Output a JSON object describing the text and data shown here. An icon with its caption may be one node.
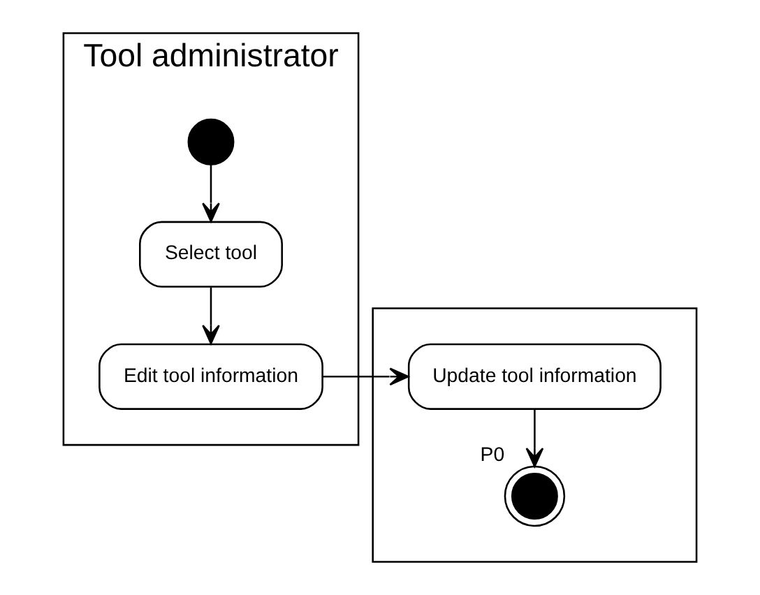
{
  "diagram": {
    "nodes": [
      {
        "text": [
          "Tool administrator"
        ]
      },
      {
        "text": [],
        "shape": "box"
      },
      {
        "text": [],
        "shape": "circle",
        "in": 0
      },
      {
        "text": [
          "Select tool"
        ],
        "in": 0
      },
      {
        "text": [
          "Edit tool information"
        ],
        "in": 0
      },
      {
        "text": [
          "Update tool information"
        ],
        "in": 1
      },
      {
        "text": [],
        "shape": "circle",
        "in": 1,
        "beside": [
          "P0"
        ]
      }
    ],
    "edges": [
      {
        "from": 2,
        "to": 3,
        "arrow": "to"
      },
      {
        "from": 3,
        "to": 4,
        "arrow": "to"
      },
      {
        "from": 4,
        "to": 5,
        "arrow": "to"
      },
      {
        "from": 5,
        "to": 6,
        "arrow": "to"
      }
    ]
  }
}
